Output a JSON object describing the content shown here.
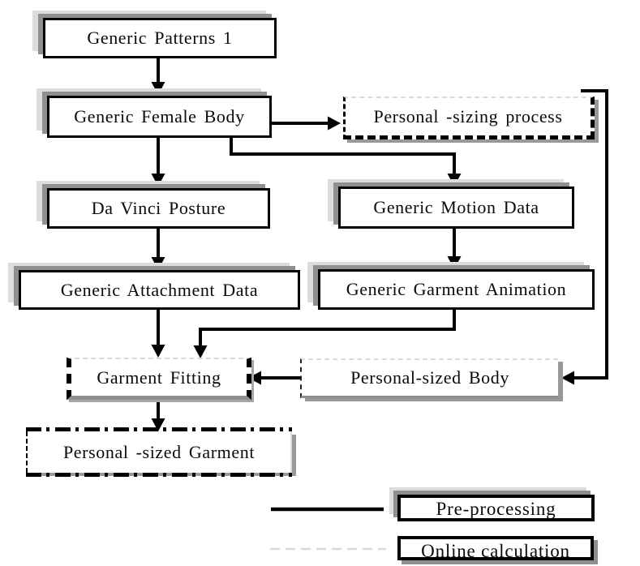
{
  "figure": {
    "type": "flowchart",
    "nodes": {
      "generic_patterns": {
        "label": "Generic Patterns 1",
        "style": "pre-processing"
      },
      "generic_female_body": {
        "label": "Generic Female Body",
        "style": "pre-processing"
      },
      "personal_sizing_process": {
        "label": "Personal -sizing process",
        "style": "online-calculation"
      },
      "da_vinci_posture": {
        "label": "Da Vinci Posture",
        "style": "pre-processing"
      },
      "generic_motion_data": {
        "label": "Generic Motion Data",
        "style": "pre-processing"
      },
      "generic_attachment_data": {
        "label": "Generic Attachment Data",
        "style": "pre-processing"
      },
      "generic_garment_animation": {
        "label": "Generic Garment Animation",
        "style": "pre-processing"
      },
      "garment_fitting": {
        "label": "Garment Fitting",
        "style": "online-calculation"
      },
      "personal_sized_body": {
        "label": "Personal-sized Body",
        "style": "online-calculation"
      },
      "personal_sized_garment": {
        "label": "Personal -sized Garment",
        "style": "online-calculation"
      }
    },
    "edges": [
      {
        "from": "generic_patterns",
        "to": "generic_female_body"
      },
      {
        "from": "generic_female_body",
        "to": "da_vinci_posture"
      },
      {
        "from": "generic_female_body",
        "to": "personal_sizing_process"
      },
      {
        "from": "generic_female_body",
        "to": "generic_motion_data"
      },
      {
        "from": "da_vinci_posture",
        "to": "generic_attachment_data"
      },
      {
        "from": "generic_motion_data",
        "to": "generic_garment_animation"
      },
      {
        "from": "generic_attachment_data",
        "to": "garment_fitting"
      },
      {
        "from": "generic_garment_animation",
        "to": "garment_fitting"
      },
      {
        "from": "personal_sized_body",
        "to": "garment_fitting"
      },
      {
        "from": "personal_sizing_process",
        "to": "personal_sized_body"
      },
      {
        "from": "garment_fitting",
        "to": "personal_sized_garment"
      }
    ],
    "legend": {
      "solid_line_label": "Pre-processing",
      "dashed_line_label": "Online calculation"
    },
    "colors": {
      "line": "#000000",
      "shadow_dark": "#8f8f8f",
      "shadow_light": "#dcdcdc",
      "dashed_light_line": "#d9d9d9",
      "background": "#ffffff"
    }
  }
}
